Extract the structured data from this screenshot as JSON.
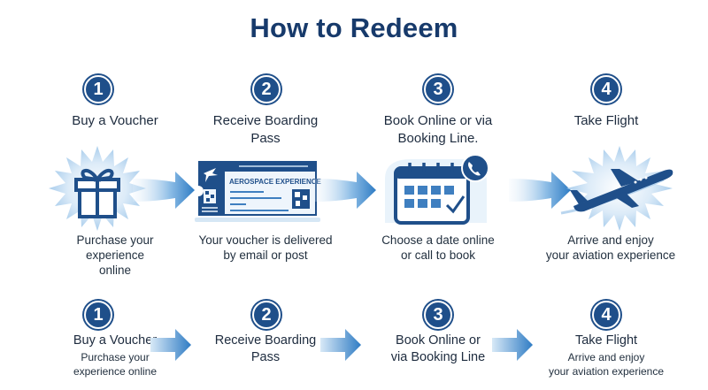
{
  "title": "How to Redeem",
  "colors": {
    "primary": "#1f4f8a",
    "title": "#173a6b",
    "accent_light": "#cfe3f5"
  },
  "top_steps": [
    {
      "number": "1",
      "title": "Buy a Voucher",
      "description_lines": [
        "Purchase your",
        "experience",
        "online"
      ],
      "icon": "gift-icon"
    },
    {
      "number": "2",
      "title_lines": [
        "Receive Boarding",
        "Pass"
      ],
      "description_lines": [
        "Your voucher is delivered",
        "by email or post"
      ],
      "icon": "boarding-pass-icon",
      "ticket_label": "AEROSPACE EXPERIENCE"
    },
    {
      "number": "3",
      "title_lines": [
        "Book Online or via",
        "Booking Line."
      ],
      "description_lines": [
        "Choose a date online",
        "or call to book"
      ],
      "icon": "calendar-phone-icon"
    },
    {
      "number": "4",
      "title": "Take Flight",
      "description_lines": [
        "Arrive and enjoy",
        "your aviation experience"
      ],
      "icon": "airplane-icon"
    }
  ],
  "bottom_steps": [
    {
      "number": "1",
      "title": "Buy a Voucher",
      "description_lines": [
        "Purchase your",
        "experience online"
      ]
    },
    {
      "number": "2",
      "title_lines": [
        "Receive Boarding",
        "Pass"
      ]
    },
    {
      "number": "3",
      "title_lines": [
        "Book Online or",
        "via Booking Line"
      ]
    },
    {
      "number": "4",
      "title": "Take Flight",
      "description_lines": [
        "Arrive and enjoy",
        "your aviation experience"
      ]
    }
  ]
}
